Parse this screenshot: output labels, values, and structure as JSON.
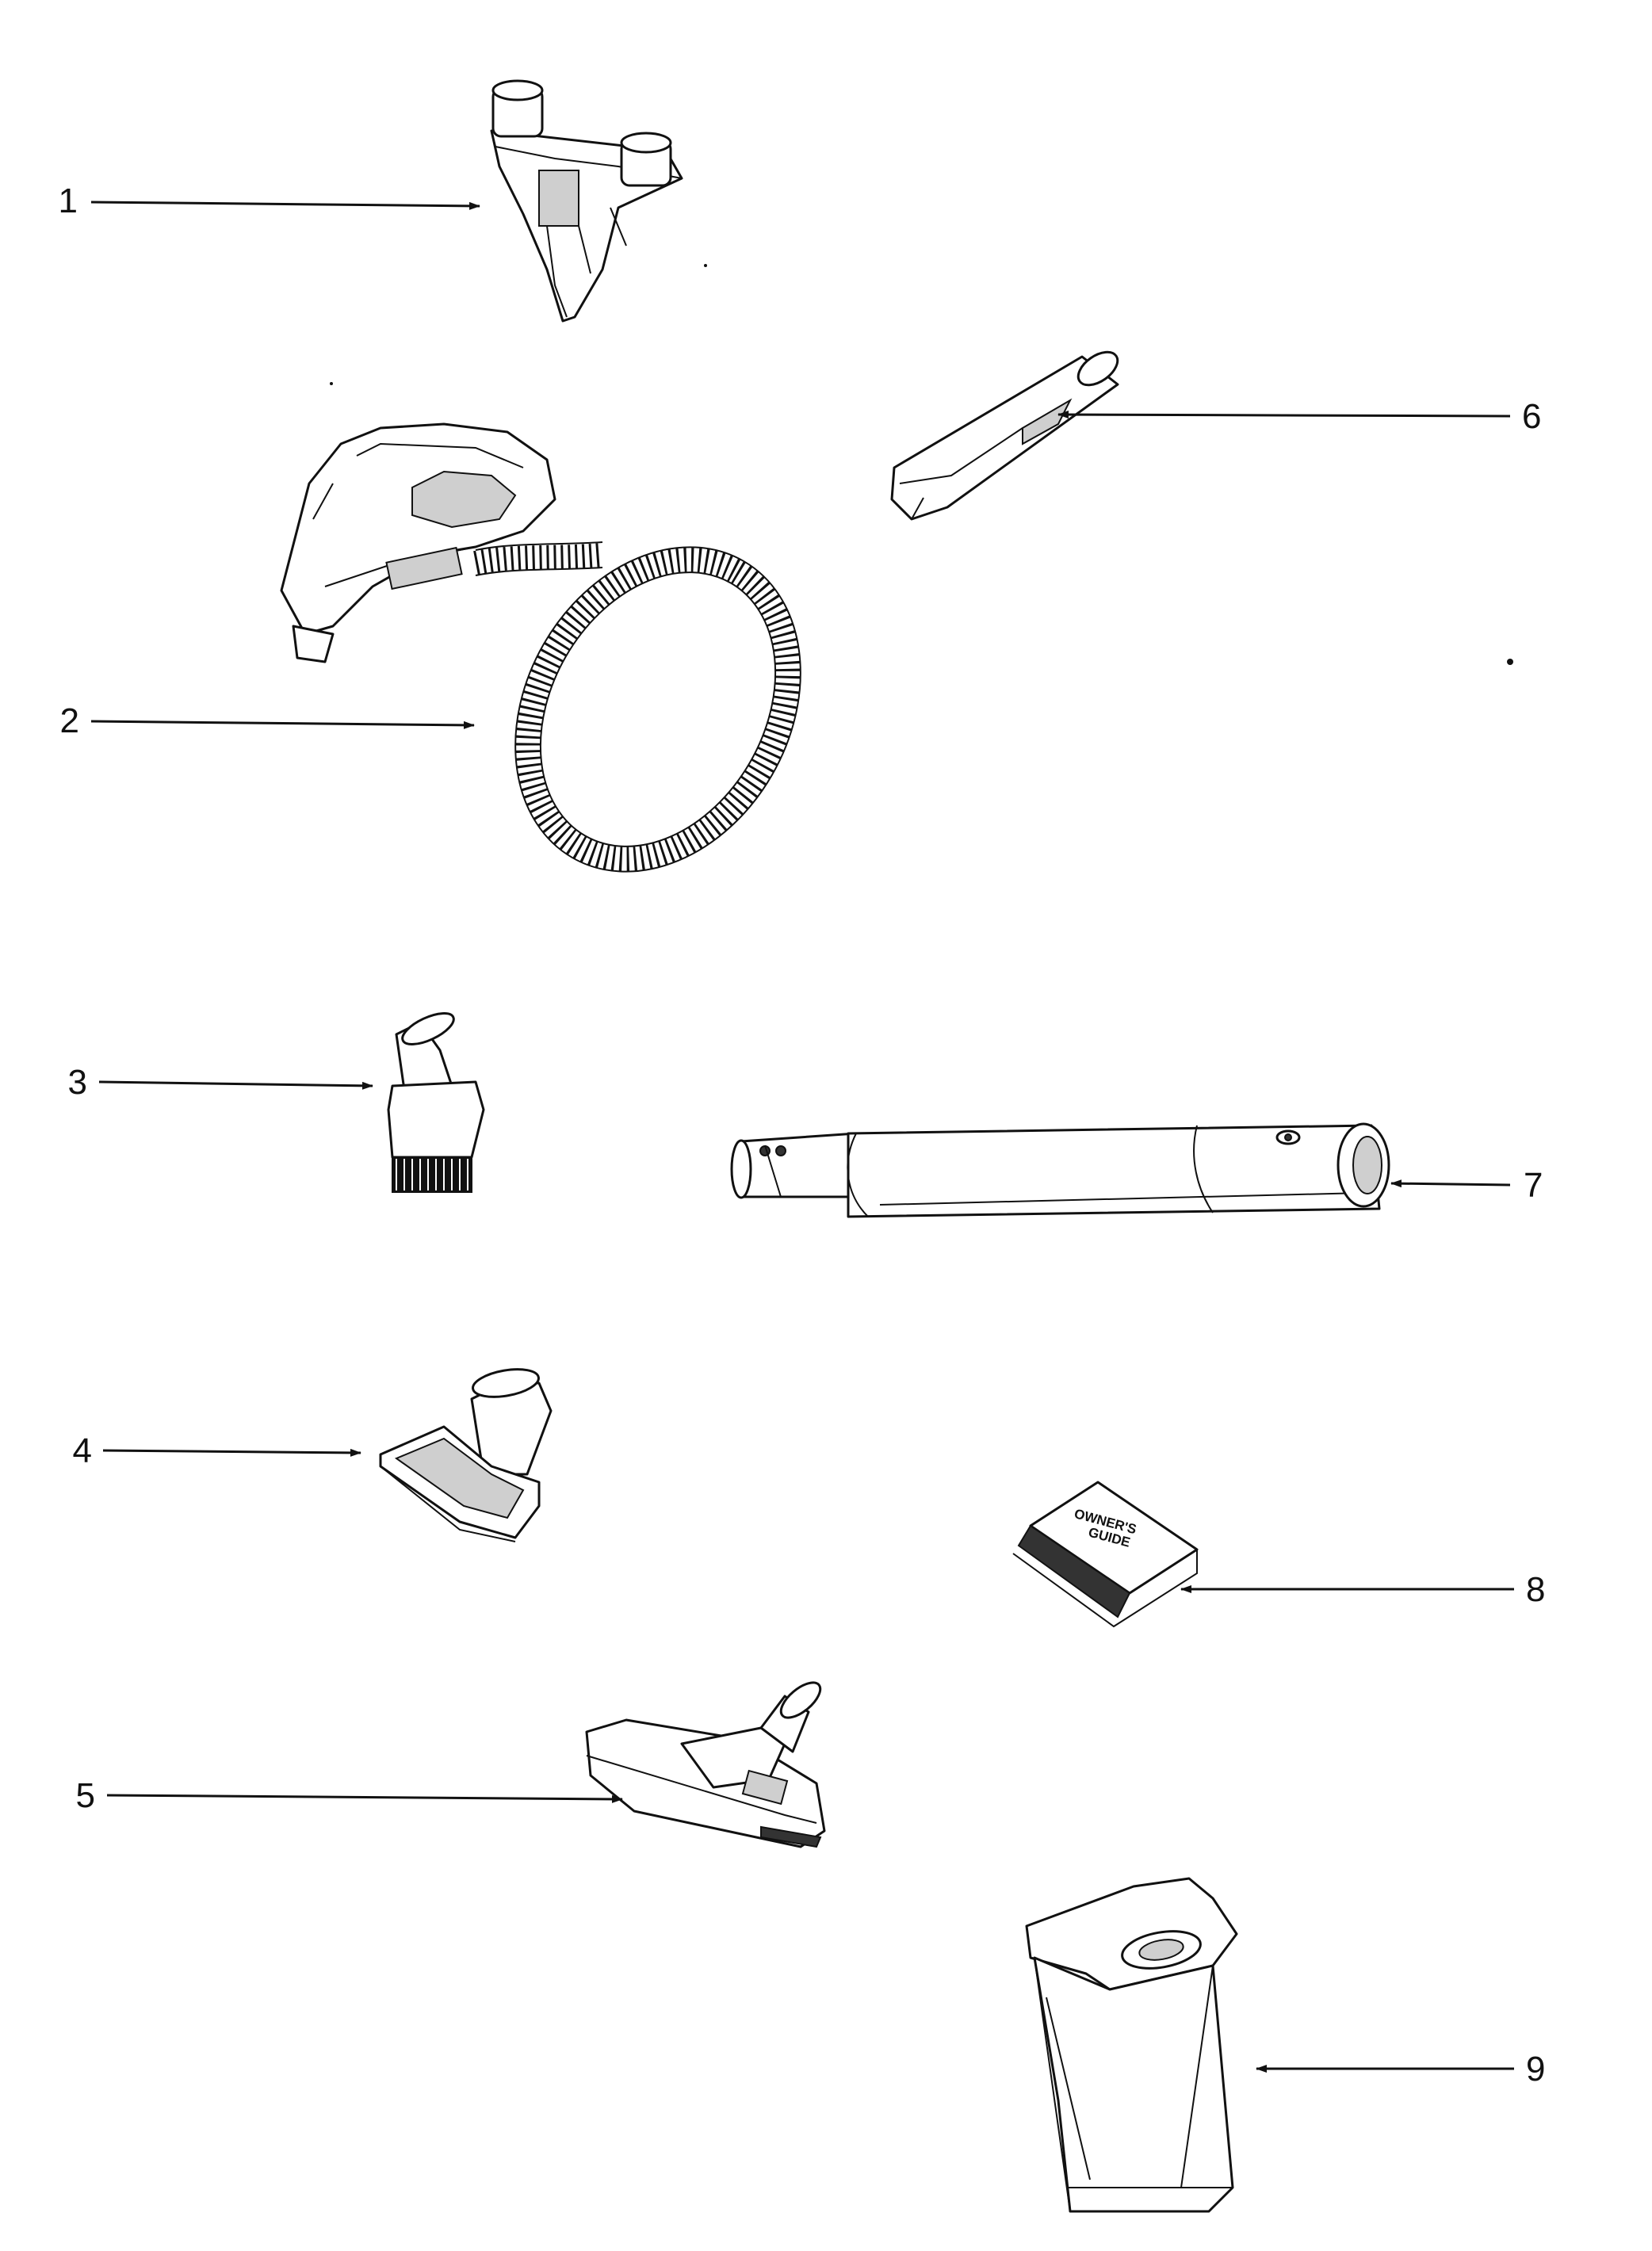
{
  "callouts": [
    {
      "id": 1,
      "label": "1"
    },
    {
      "id": 2,
      "label": "2"
    },
    {
      "id": 3,
      "label": "3"
    },
    {
      "id": 4,
      "label": "4"
    },
    {
      "id": 5,
      "label": "5"
    },
    {
      "id": 6,
      "label": "6"
    },
    {
      "id": 7,
      "label": "7"
    },
    {
      "id": 8,
      "label": "8"
    },
    {
      "id": 9,
      "label": "9"
    }
  ],
  "guide_book": {
    "line1": "OWNER'S",
    "line2": "GUIDE"
  },
  "colors": {
    "ink": "#111111",
    "paper": "#ffffff",
    "shade": "#cfcfcf"
  }
}
